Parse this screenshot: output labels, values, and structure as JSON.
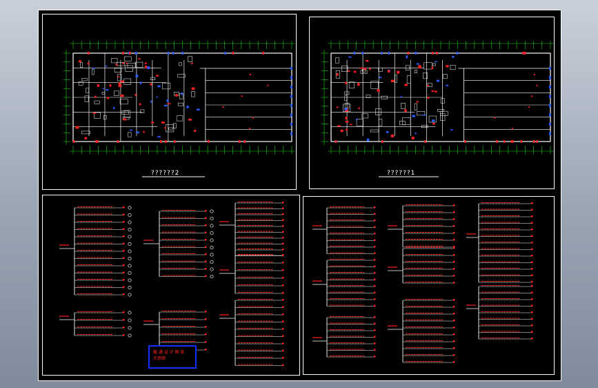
{
  "drawing": {
    "plans": [
      {
        "title": "??????2"
      },
      {
        "title": "??????1"
      }
    ],
    "stamp": {
      "line1": "暖 通 设 计 图 纸",
      "line2": "示意图",
      "line3": "",
      "border_color": "#1030ff"
    },
    "colors": {
      "background": "#000000",
      "frame": "#ffffff",
      "grid": "#19d419",
      "wall": "#ffffff",
      "equipment": "#ff2020",
      "fixture": "#2a5bff"
    }
  }
}
